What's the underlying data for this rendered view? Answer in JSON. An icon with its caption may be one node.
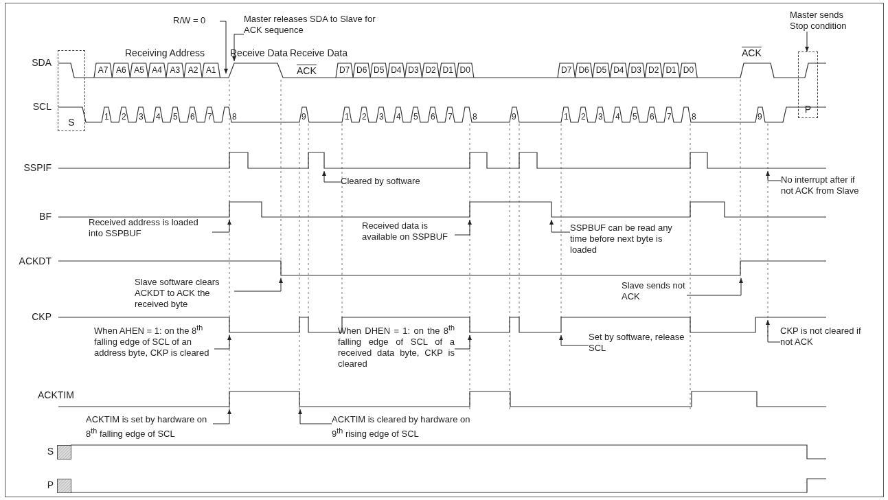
{
  "diagram": {
    "nodes": [
      {
        "text": [
          "R/W = 0"
        ]
      },
      {
        "text": [
          "Master releases SDA to Slave for ACK sequence"
        ]
      },
      {
        "text": [
          "Master sends Stop condition"
        ]
      },
      {
        "text": [
          "S"
        ]
      },
      {
        "text": [
          "P"
        ]
      },
      {
        "text": [
          "Cleared by software"
        ]
      },
      {
        "text": [
          "No interrupt after if not ACK from Slave"
        ]
      },
      {
        "text": [
          "Received address is loaded into SSPBUF"
        ]
      },
      {
        "text": [
          "Received data is available on SSPBUF"
        ]
      },
      {
        "text": [
          "SSPBUF can be read any time before next byte is loaded"
        ]
      },
      {
        "text": [
          "Slave software clears ACKDT to ACK the received byte"
        ]
      },
      {
        "text": [
          "Slave sends not ACK"
        ]
      },
      {
        "text": [
          "When AHEN = 1: on the 8$^{th}$ falling edge of SCL of an address byte, CKP is cleared"
        ]
      },
      {
        "text": [
          "When DHEN = 1: on the 8$^{th}$ falling edge of SCL of a received data byte, CKP is cleared"
        ]
      },
      {
        "text": [
          "Set by software, release SCL"
        ]
      },
      {
        "text": [
          "CKP is not cleared if not ACK"
        ]
      },
      {
        "text": [
          "ACKTIM is set by hardware on 8$^{th}$ falling edge of SCL"
        ]
      },
      {
        "text": [
          "ACKTIM is cleared by hardware on 9$^{th}$ rising edge of SCL"
        ]
      },
      {
        "text": [],
        "shape": "waveform",
        "beside": [
          "SDA"
        ]
      },
      {
        "text": [],
        "shape": "waveform",
        "beside": [
          "SCL"
        ]
      },
      {
        "text": [],
        "shape": "waveform",
        "beside": [
          "SSPIF"
        ]
      },
      {
        "text": [],
        "shape": "waveform",
        "beside": [
          "BF"
        ]
      },
      {
        "text": [],
        "shape": "waveform",
        "beside": [
          "ACKDT"
        ]
      },
      {
        "text": [],
        "shape": "waveform",
        "beside": [
          "CKP"
        ]
      },
      {
        "text": [],
        "shape": "waveform",
        "beside": [
          "ACKTIM"
        ]
      },
      {
        "text": [],
        "shape": "waveform",
        "beside": [
          "S"
        ]
      },
      {
        "text": [],
        "shape": "waveform",
        "beside": [
          "P"
        ]
      }
    ],
    "edges": [
      {
        "from": 0,
        "to": 18,
        "arrow": "to"
      },
      {
        "from": 1,
        "to": 18,
        "arrow": "to"
      },
      {
        "from": 2,
        "to": 4,
        "arrow": "to"
      },
      {
        "from": 5,
        "to": 20,
        "arrow": "to"
      },
      {
        "from": 6,
        "to": 20,
        "arrow": "to"
      },
      {
        "from": 7,
        "to": 21,
        "arrow": "to"
      },
      {
        "from": 8,
        "to": 21,
        "arrow": "to"
      },
      {
        "from": 9,
        "to": 21,
        "arrow": "to"
      },
      {
        "from": 10,
        "to": 22,
        "arrow": "to"
      },
      {
        "from": 11,
        "to": 22,
        "arrow": "to"
      },
      {
        "from": 12,
        "to": 23,
        "arrow": "to"
      },
      {
        "from": 13,
        "to": 23,
        "arrow": "to"
      },
      {
        "from": 14,
        "to": 23,
        "arrow": "to"
      },
      {
        "from": 15,
        "to": 23,
        "arrow": "to"
      },
      {
        "from": 16,
        "to": 24,
        "arrow": "to"
      },
      {
        "from": 17,
        "to": 24,
        "arrow": "to"
      }
    ],
    "labels": [
      "Receiving Address",
      "Receive Data",
      "Receive Data",
      "ACK",
      "A7",
      "A6",
      "A5",
      "A4",
      "A3",
      "A2",
      "A1",
      "ACK",
      "D7",
      "D6",
      "D5",
      "D4",
      "D3",
      "D2",
      "D1",
      "D0",
      "D7",
      "D6",
      "D5",
      "D4",
      "D3",
      "D2",
      "D1",
      "D0",
      "1",
      "2",
      "3",
      "4",
      "5",
      "6",
      "7",
      "8",
      "9",
      "1",
      "2",
      "3",
      "4",
      "5",
      "6",
      "7",
      "8",
      "9",
      "1",
      "2",
      "3",
      "4",
      "5",
      "6",
      "7",
      "8",
      "9"
    ]
  }
}
